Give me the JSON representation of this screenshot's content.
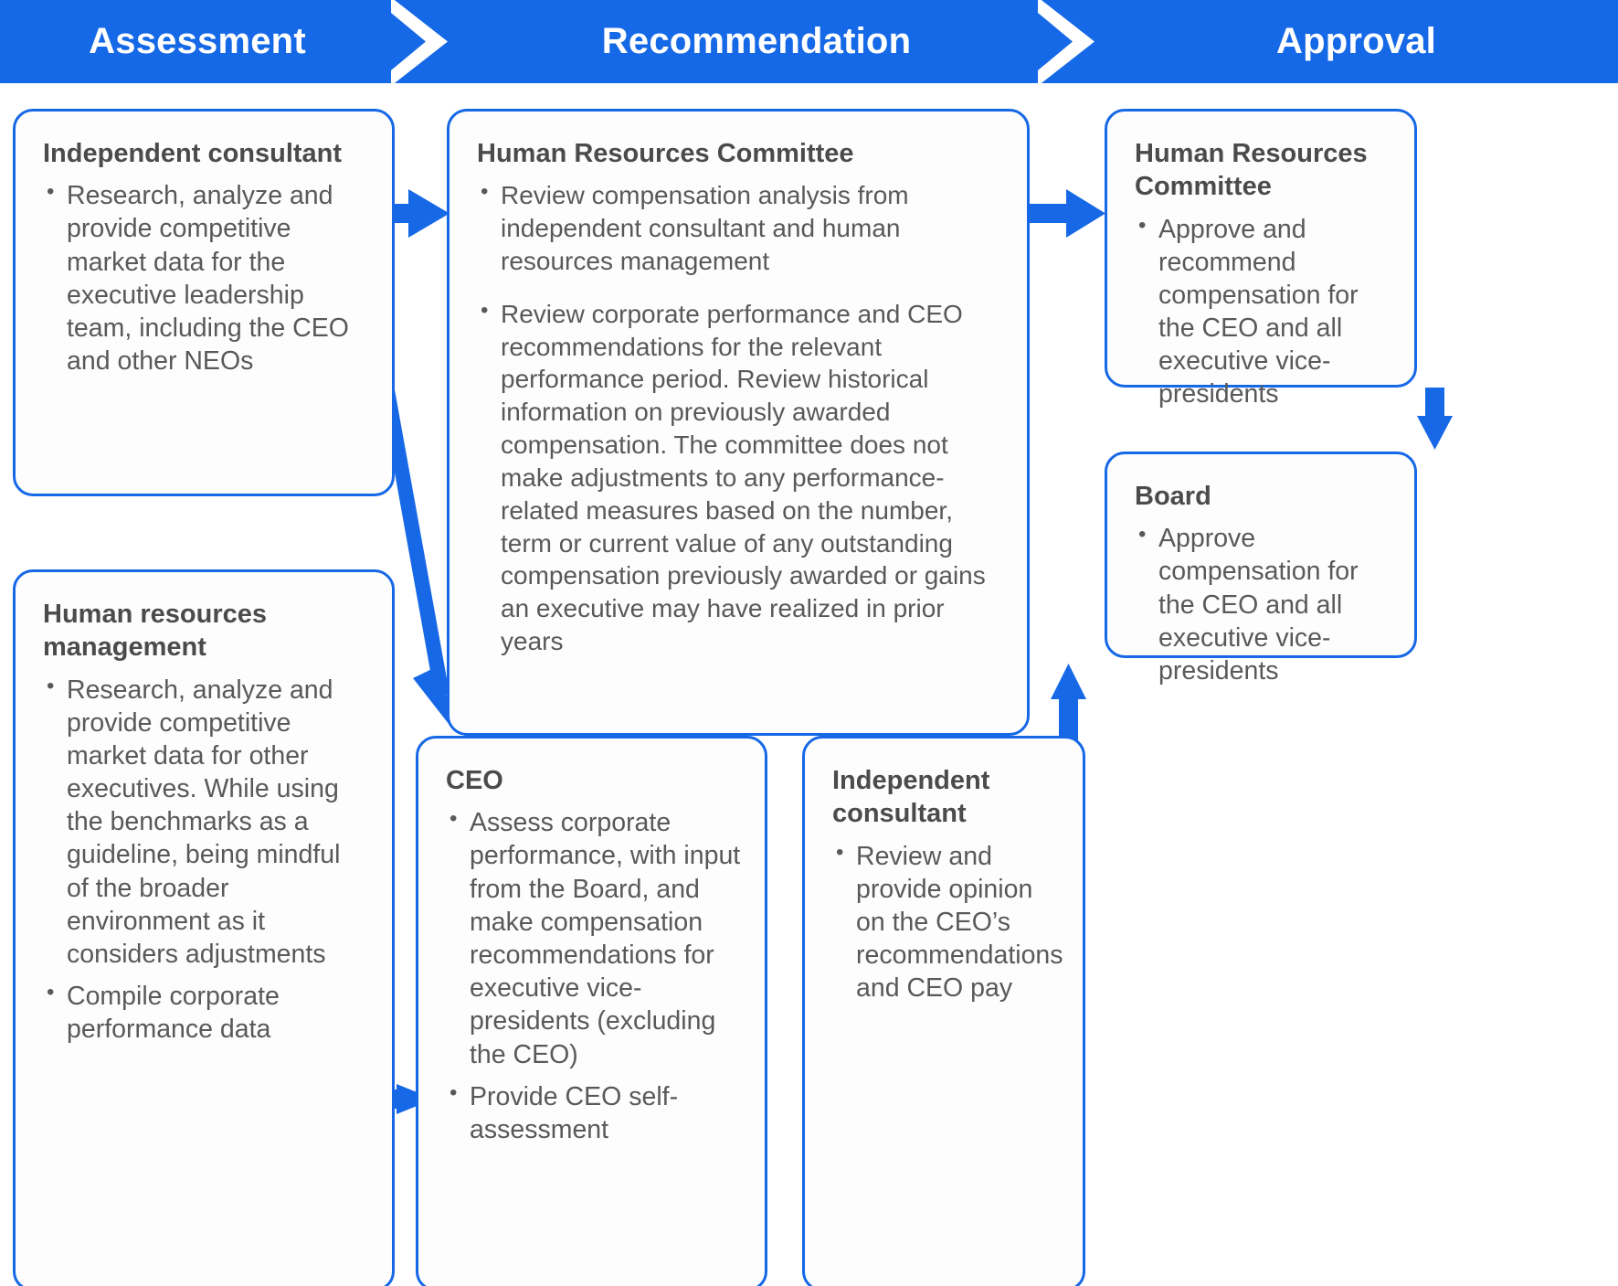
{
  "header": {
    "phases": [
      {
        "label": "Assessment"
      },
      {
        "label": "Recommendation"
      },
      {
        "label": "Approval"
      }
    ],
    "bg_color": "#1668e6",
    "text_color": "#ffffff",
    "divider_icon": "chevron-right-icon"
  },
  "theme": {
    "accent": "#1668e6",
    "box_border": "#1668e6",
    "title_color": "#4b4b4b",
    "body_color": "#595959",
    "box_background": "#fdfdfd",
    "arrow_color": "#1668e6"
  },
  "boxes": {
    "independent_consultant_assessment": {
      "title": "Independent consultant",
      "bullets": [
        "Research, analyze and provide competitive market data for the executive leadership team, including the CEO and other NEOs"
      ]
    },
    "hr_management": {
      "title": "Human resources management",
      "bullets": [
        "Research, analyze and provide competitive market data for other executives. While using the benchmarks as a guideline, being mindful of the broader environment as it considers adjustments",
        "Compile corporate performance data"
      ]
    },
    "hr_committee_recommendation": {
      "title": "Human Resources Committee",
      "bullets": [
        "Review compensation analysis from independent consultant and human resources management",
        "Review corporate performance and CEO recommendations for the relevant performance period. Review historical information on previously awarded compensation. The committee does not make adjustments to any performance-related measures based on the number, term or current value of any outstanding compensation previously awarded or gains an executive may have realized in prior years"
      ]
    },
    "ceo": {
      "title": "CEO",
      "bullets": [
        "Assess corporate performance, with input from the Board, and make compensation recommendations for executive vice-presidents (excluding the CEO)",
        "Provide CEO self-assessment"
      ]
    },
    "independent_consultant_review": {
      "title": "Independent consultant",
      "bullets": [
        "Review and provide opinion on the CEO’s recommendations and CEO pay"
      ]
    },
    "hr_committee_approval": {
      "title": "Human Resources Committee",
      "bullets": [
        "Approve and recommend compensation for the CEO and all executive vice-presidents"
      ]
    },
    "board": {
      "title": "Board",
      "bullets": [
        "Approve compensation for the CEO and all executive vice-presidents"
      ]
    }
  },
  "connectors": [
    {
      "name": "independent-consultant-to-hr-committee",
      "direction": "right"
    },
    {
      "name": "independent-consultant-to-ceo",
      "direction": "diagonal-down-right"
    },
    {
      "name": "hr-management-to-ceo",
      "direction": "right"
    },
    {
      "name": "ceo-to-hr-committee",
      "direction": "up"
    },
    {
      "name": "independent-consultant-review-to-hr-committee",
      "direction": "up"
    },
    {
      "name": "hr-committee-to-hr-committee-approval",
      "direction": "right"
    },
    {
      "name": "hr-committee-approval-to-board",
      "direction": "down"
    }
  ]
}
